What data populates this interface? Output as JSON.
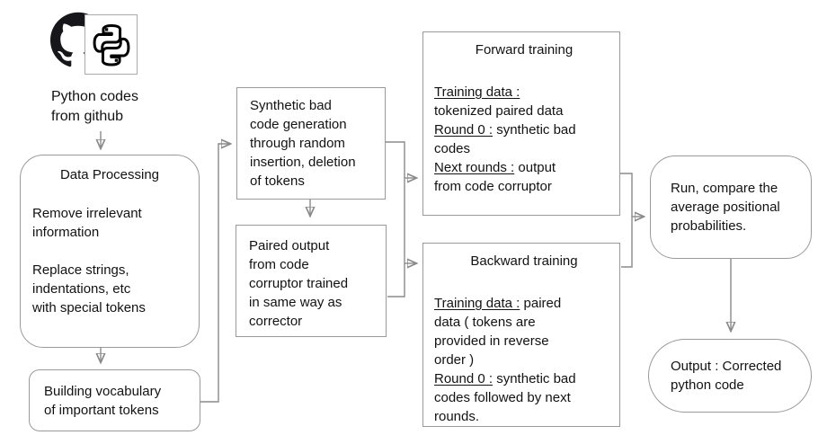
{
  "header": {
    "caption": "Python codes\nfrom github",
    "icons": [
      {
        "name": "github-icon",
        "meaning": "GitHub logo"
      },
      {
        "name": "python-icon",
        "meaning": "Python logo"
      }
    ]
  },
  "nodes": {
    "data_processing": {
      "title": "Data Processing",
      "body": "Remove irrelevant\ninformation\n\nReplace strings,\nindentations, etc\nwith special tokens"
    },
    "building_vocab": {
      "body": "Building vocabulary\nof important tokens"
    },
    "synthetic_bad_code": {
      "body": "Synthetic bad\ncode generation\nthrough random\ninsertion, deletion\nof tokens"
    },
    "paired_output": {
      "body": "Paired output\nfrom code\ncorruptor trained\nin same way as\ncorrector"
    },
    "forward_training": {
      "title": "Forward training",
      "body_rich": [
        {
          "t": "Training data :",
          "u": true
        },
        {
          "br": true
        },
        {
          "t": "tokenized paired data"
        },
        {
          "br": true
        },
        {
          "t": "Round 0 :",
          "u": true
        },
        {
          "t": " synthetic bad"
        },
        {
          "br": true
        },
        {
          "t": "codes"
        },
        {
          "br": true
        },
        {
          "t": "Next rounds :",
          "u": true
        },
        {
          "t": " output"
        },
        {
          "br": true
        },
        {
          "t": "from code corruptor"
        }
      ]
    },
    "backward_training": {
      "title": "Backward training",
      "body_rich": [
        {
          "t": "Training data :",
          "u": true
        },
        {
          "t": " paired"
        },
        {
          "br": true
        },
        {
          "t": "data ( tokens are"
        },
        {
          "br": true
        },
        {
          "t": "provided in reverse"
        },
        {
          "br": true
        },
        {
          "t": "order )"
        },
        {
          "br": true
        },
        {
          "t": "Round 0 :",
          "u": true
        },
        {
          "t": " synthetic bad"
        },
        {
          "br": true
        },
        {
          "t": "codes followed by next"
        },
        {
          "br": true
        },
        {
          "t": "rounds."
        }
      ]
    },
    "run_compare": {
      "body": "Run, compare the\naverage positional\nprobabilities."
    },
    "output": {
      "body": "Output : Corrected\npython code"
    }
  },
  "colors": {
    "box_border": "#9a9a9a",
    "connector": "#8a8a8a",
    "arrowhead": "#636363",
    "text": "#121212",
    "background": "#ffffff"
  }
}
